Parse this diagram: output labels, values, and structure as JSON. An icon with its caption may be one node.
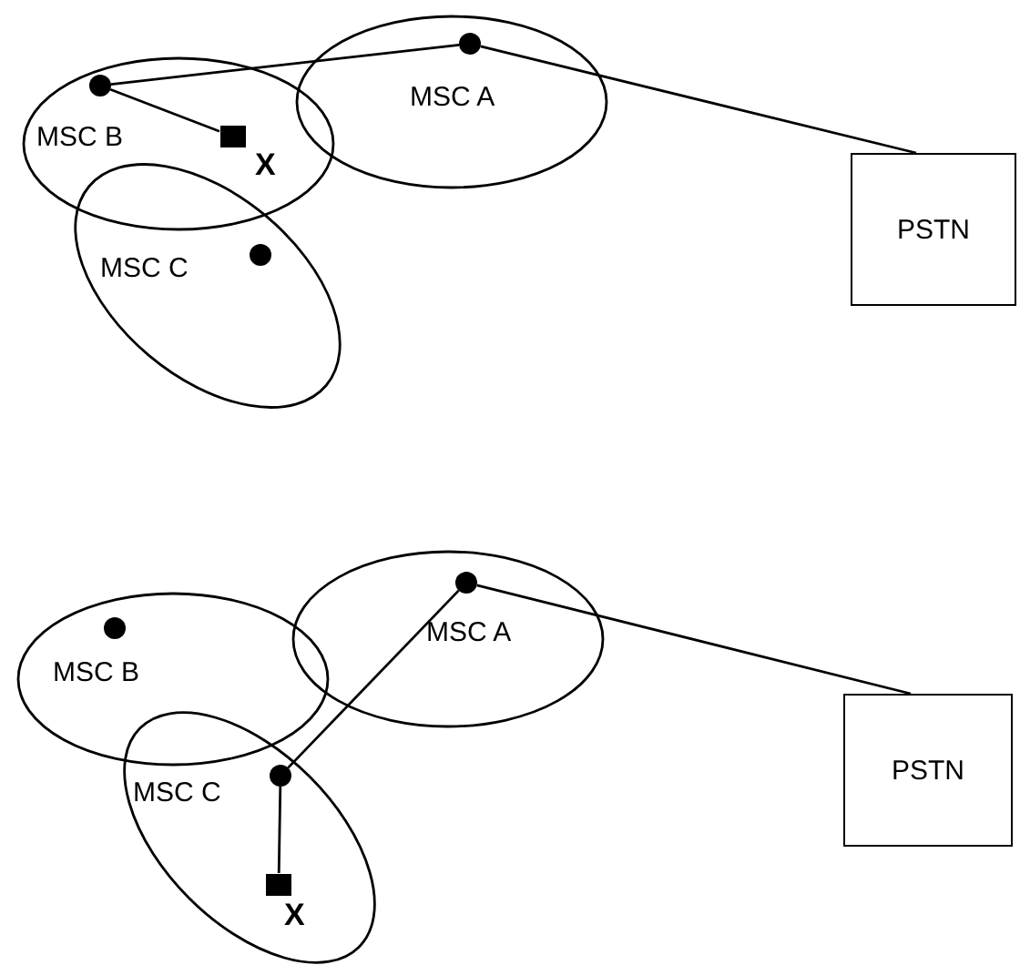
{
  "diagram": {
    "nodes": [
      {
        "text": [
          "MSC B"
        ]
      },
      {
        "text": [
          "MSC A"
        ]
      },
      {
        "text": [
          "MSC C"
        ]
      },
      {
        "text": [
          "PSTN"
        ]
      },
      {
        "text": [],
        "shape": "circle",
        "in": 0
      },
      {
        "text": [],
        "shape": "circle",
        "in": 1
      },
      {
        "text": [],
        "shape": "box",
        "in": 0,
        "beside": [
          "X"
        ]
      },
      {
        "text": [],
        "shape": "circle",
        "in": 2
      },
      {
        "text": [
          "MSC B"
        ]
      },
      {
        "text": [
          "MSC A"
        ]
      },
      {
        "text": [
          "MSC C"
        ]
      },
      {
        "text": [
          "PSTN"
        ]
      },
      {
        "text": [],
        "shape": "circle",
        "in": 8
      },
      {
        "text": [],
        "shape": "circle",
        "in": 9
      },
      {
        "text": [],
        "shape": "circle",
        "in": 10
      },
      {
        "text": [],
        "shape": "box",
        "in": 10,
        "beside": [
          "X"
        ]
      }
    ],
    "edges": [
      {
        "from": 4,
        "to": 5,
        "arrow": "none"
      },
      {
        "from": 5,
        "to": 3,
        "arrow": "none"
      },
      {
        "from": 4,
        "to": 6,
        "arrow": "none"
      },
      {
        "from": 13,
        "to": 11,
        "arrow": "none"
      },
      {
        "from": 13,
        "to": 14,
        "arrow": "none"
      },
      {
        "from": 14,
        "to": 15,
        "arrow": "none"
      }
    ]
  }
}
